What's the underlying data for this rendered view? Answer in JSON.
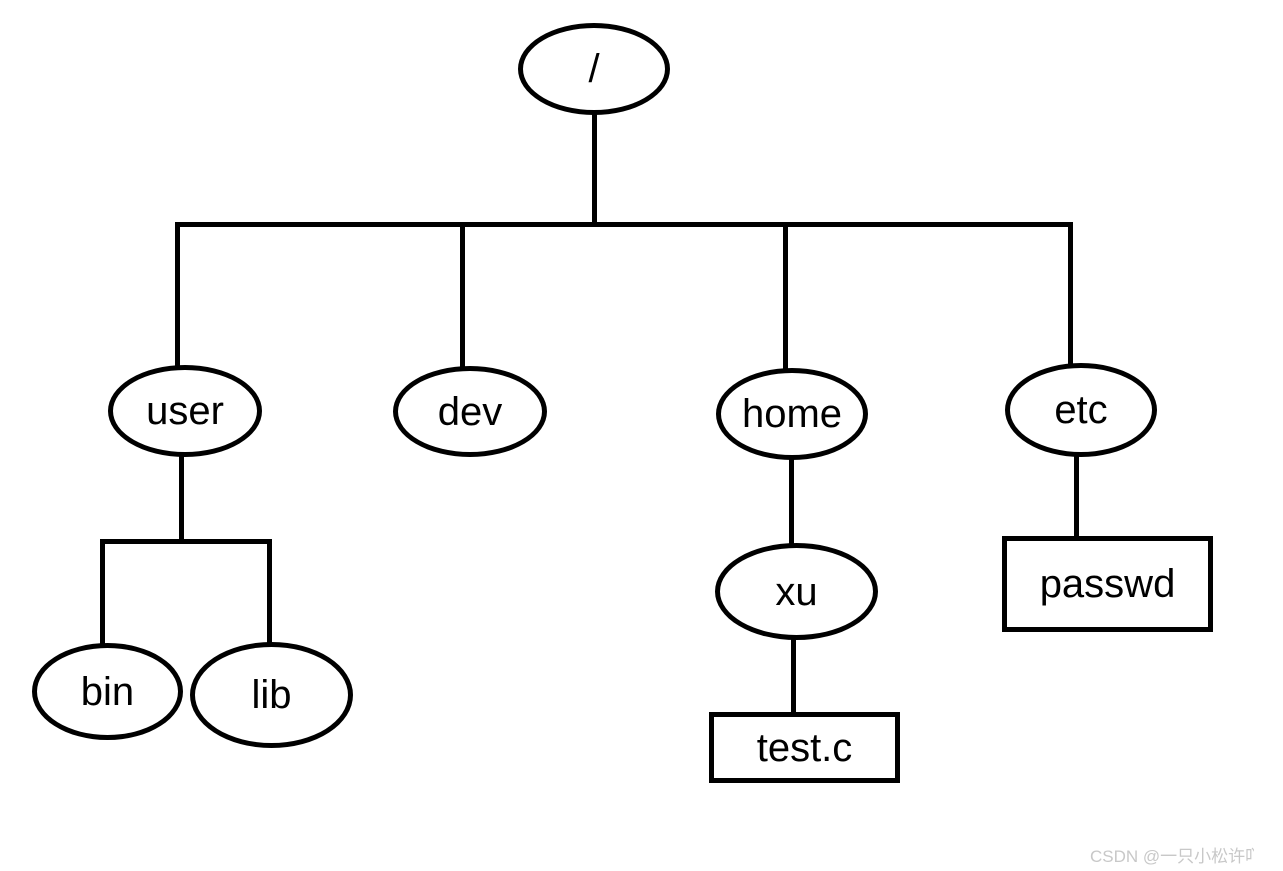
{
  "canvas": {
    "background": "#ffffff",
    "stroke_color": "#000000",
    "text_color": "#000000"
  },
  "diagram": {
    "type": "tree",
    "nodes": {
      "root": {
        "label": "/",
        "shape": "ellipse"
      },
      "user": {
        "label": "user",
        "shape": "ellipse"
      },
      "dev": {
        "label": "dev",
        "shape": "ellipse"
      },
      "home": {
        "label": "home",
        "shape": "ellipse"
      },
      "etc": {
        "label": "etc",
        "shape": "ellipse"
      },
      "bin": {
        "label": "bin",
        "shape": "ellipse"
      },
      "lib": {
        "label": "lib",
        "shape": "ellipse"
      },
      "xu": {
        "label": "xu",
        "shape": "ellipse"
      },
      "test_c": {
        "label": "test.c",
        "shape": "rectangle"
      },
      "passwd": {
        "label": "passwd",
        "shape": "rectangle"
      }
    },
    "edges": [
      {
        "from": "/",
        "to": "user"
      },
      {
        "from": "/",
        "to": "dev"
      },
      {
        "from": "/",
        "to": "home"
      },
      {
        "from": "/",
        "to": "etc"
      },
      {
        "from": "user",
        "to": "bin"
      },
      {
        "from": "user",
        "to": "lib"
      },
      {
        "from": "home",
        "to": "xu"
      },
      {
        "from": "xu",
        "to": "test.c"
      },
      {
        "from": "etc",
        "to": "passwd"
      }
    ]
  },
  "watermark": {
    "text": "CSDN @一只小松许",
    "truncated_glyph": "吖",
    "color": "#c8c8c8"
  }
}
